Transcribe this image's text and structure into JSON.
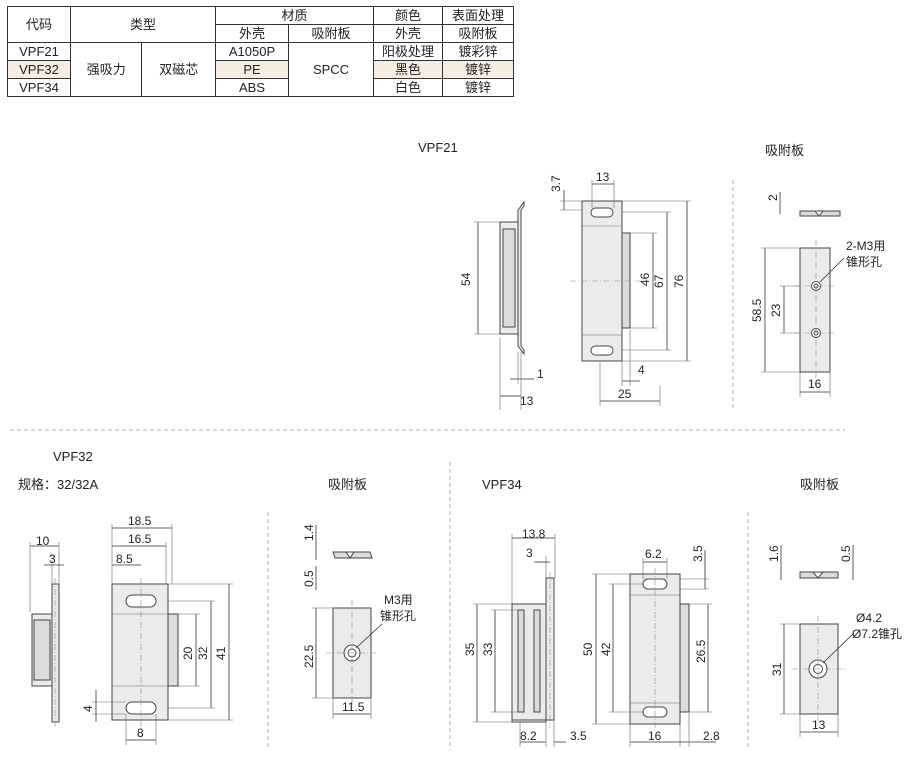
{
  "table": {
    "headers": {
      "code": "代码",
      "type": "类型",
      "material": "材质",
      "color": "颜色",
      "surface": "表面处理",
      "shell": "外壳",
      "plate": "吸附板",
      "color_shell": "外壳",
      "surface_plate": "吸附板"
    },
    "rows": [
      {
        "code": "VPF21",
        "shell": "A1050P",
        "color": "阳极处理",
        "surface": "镀彩锌"
      },
      {
        "code": "VPF32",
        "shell": "PE",
        "color": "黑色",
        "surface": "镀锌"
      },
      {
        "code": "VPF34",
        "shell": "ABS",
        "color": "白色",
        "surface": "镀锌"
      }
    ],
    "type_col1": "强吸力",
    "type_col2": "双磁芯",
    "plate_material": "SPCC"
  },
  "vpf21": {
    "title": "VPF21",
    "plate_title": "吸附板",
    "dims": {
      "d37": "3.7",
      "d13top": "13",
      "d54": "54",
      "d46": "46",
      "d67": "67",
      "d76": "76",
      "d1": "1",
      "d13bot": "13",
      "d4": "4",
      "d25": "25"
    },
    "plate_dims": {
      "d2": "2",
      "hole_note1": "2-M3用",
      "hole_note2": "锥形孔",
      "d585": "58.5",
      "d23": "23",
      "d16": "16"
    }
  },
  "vpf32": {
    "title": "VPF32",
    "spec": "规格：32/32A",
    "plate_title": "吸附板",
    "dims": {
      "d10": "10",
      "d3": "3",
      "d185": "18.5",
      "d165": "16.5",
      "d85": "8.5",
      "d20": "20",
      "d32": "32",
      "d41": "41",
      "d4": "4",
      "d8": "8"
    },
    "plate_dims": {
      "d14": "1.4",
      "d05": "0.5",
      "hole_note1": "M3用",
      "hole_note2": "锥形孔",
      "d225": "22.5",
      "d115": "11.5"
    }
  },
  "vpf34": {
    "title": "VPF34",
    "plate_title": "吸附板",
    "dims": {
      "d138": "13.8",
      "d3": "3",
      "d35": "35",
      "d33": "33",
      "d82": "8.2",
      "d35b": "3.5",
      "d62": "6.2",
      "d35c": "3.5",
      "d50": "50",
      "d42": "42",
      "d265": "26.5",
      "d16": "16",
      "d28": "2.8"
    },
    "plate_dims": {
      "d16": "1.6",
      "d05": "0.5",
      "hole_note1": "Ø4.2",
      "hole_note2": "Ø7.2锥孔",
      "d31": "31",
      "d13": "13"
    }
  }
}
